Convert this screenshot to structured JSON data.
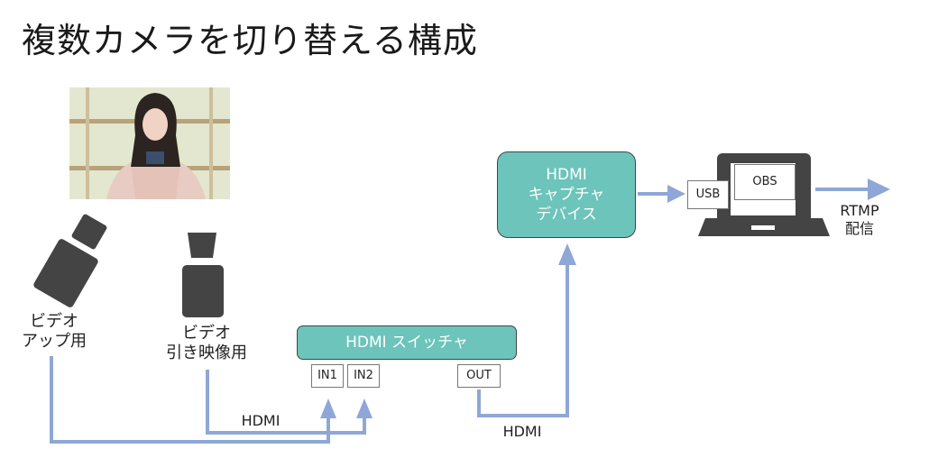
{
  "title": "複数カメラを切り替える構成",
  "camera_left": {
    "label_line1": "ビデオ",
    "label_line2": "アップ用"
  },
  "camera_right": {
    "label_line1": "ビデオ",
    "label_line2": "引き映像用"
  },
  "switcher": {
    "label": "HDMI スイッチャ",
    "in1": "IN1",
    "in2": "IN2",
    "out": "OUT"
  },
  "capture": {
    "line1": "HDMI",
    "line2": "キャプチャ",
    "line3": "デバイス"
  },
  "laptop": {
    "usb": "USB",
    "obs": "OBS"
  },
  "cable_labels": {
    "in": "HDMI",
    "out": "HDMI"
  },
  "rtmp": {
    "line1": "RTMP",
    "line2": "配信"
  },
  "colors": {
    "teal": "#6cc4bb",
    "arrow": "#8fa7d6",
    "dark": "#444444"
  }
}
